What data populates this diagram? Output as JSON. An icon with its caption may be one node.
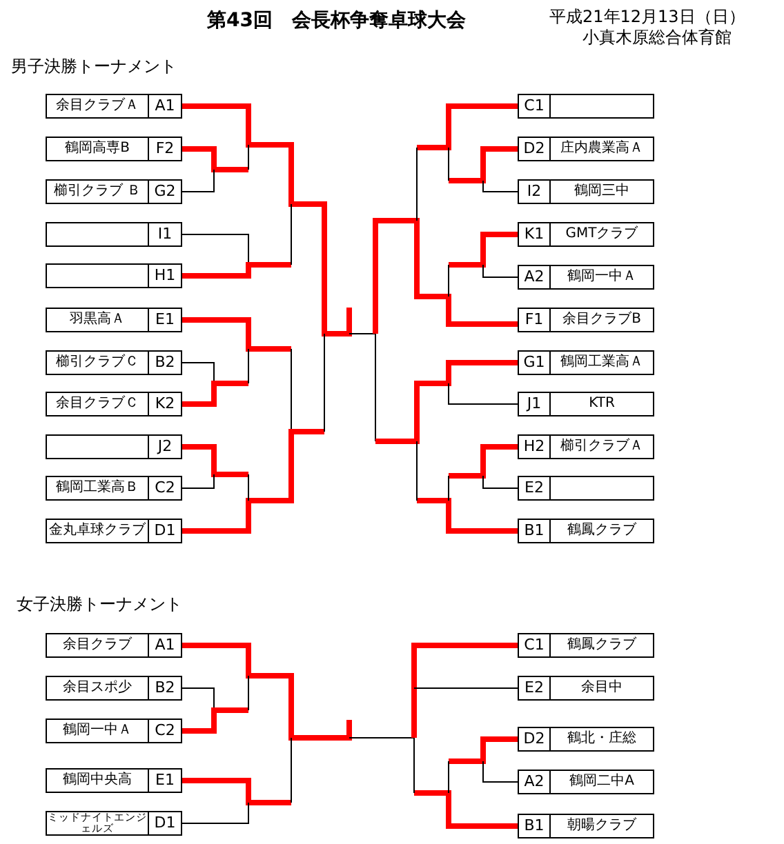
{
  "diagram": {
    "title": "第43回　会長杯争奪卓球大会",
    "nodes": [
      {
        "text": [
          "余目クラブＡ",
          "A1"
        ]
      },
      {
        "text": [
          "鶴岡高専B",
          "F2"
        ]
      },
      {
        "text": [
          "櫛引クラブ Ｂ",
          "G2"
        ]
      },
      {
        "text": [
          "I1"
        ]
      },
      {
        "text": [
          "H1"
        ]
      },
      {
        "text": [
          "羽黒高Ａ",
          "E1"
        ]
      },
      {
        "text": [
          "櫛引クラブＣ",
          "B2"
        ]
      },
      {
        "text": [
          "余目クラブＣ",
          "K2"
        ]
      },
      {
        "text": [
          "J2"
        ]
      },
      {
        "text": [
          "鶴岡工業高Ｂ",
          "C2"
        ]
      },
      {
        "text": [
          "金丸卓球クラブ",
          "D1"
        ]
      },
      {
        "text": [
          "C1"
        ]
      },
      {
        "text": [
          "D2",
          "庄内農業高Ａ"
        ]
      },
      {
        "text": [
          "I2",
          "鶴岡三中"
        ]
      },
      {
        "text": [
          "K1",
          "GMTクラブ"
        ]
      },
      {
        "text": [
          "A2",
          "鶴岡一中Ａ"
        ]
      },
      {
        "text": [
          "F1",
          "余目クラブB"
        ]
      },
      {
        "text": [
          "G1",
          "鶴岡工業高Ａ"
        ]
      },
      {
        "text": [
          "J1",
          "KTR"
        ]
      },
      {
        "text": [
          "H2",
          "櫛引クラブＡ"
        ]
      },
      {
        "text": [
          "E2"
        ]
      },
      {
        "text": [
          "B1",
          "鶴鳳クラブ"
        ]
      },
      {
        "text": [
          "余目クラブ",
          "A1"
        ]
      },
      {
        "text": [
          "余目スポ少",
          "B2"
        ]
      },
      {
        "text": [
          "鶴岡一中Ａ",
          "C2"
        ]
      },
      {
        "text": [
          "鶴岡中央高",
          "E1"
        ]
      },
      {
        "text": [
          "ミッドナイトエンジェルズ",
          "D1"
        ]
      },
      {
        "text": [
          "C1",
          "鶴鳳クラブ"
        ]
      },
      {
        "text": [
          "E2",
          "余目中"
        ]
      },
      {
        "text": [
          "D2",
          "鶴北・庄総"
        ]
      },
      {
        "text": [
          "A2",
          "鶴岡二中A"
        ]
      },
      {
        "text": [
          "B1",
          "朝暘クラブ"
        ]
      }
    ],
    "labels": [
      "平成21年12月13日（日）",
      "小真木原総合体育館",
      "男子決勝トーナメント",
      "女子決勝トーナメント"
    ]
  }
}
